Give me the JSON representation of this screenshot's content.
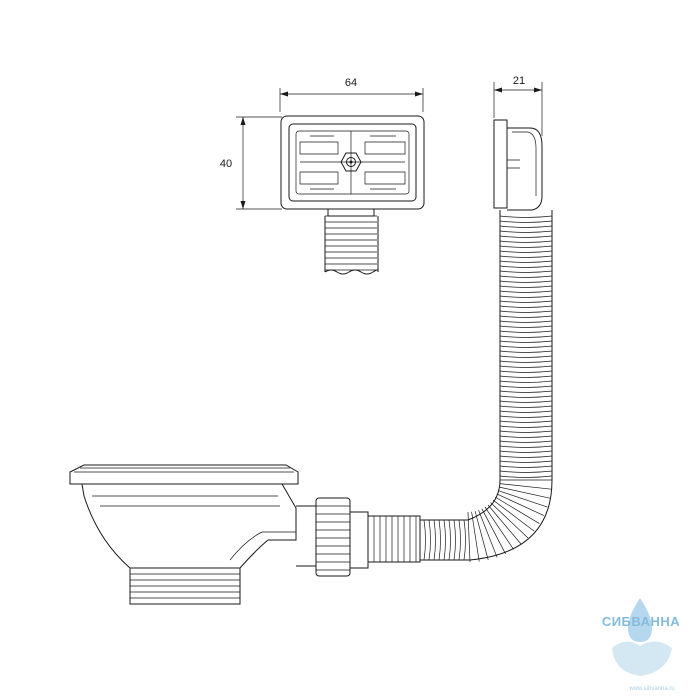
{
  "dimensions": {
    "overflow_width": "64",
    "overflow_height": "40",
    "overflow_depth": "21"
  },
  "watermark": {
    "brand": "СИБВАННА",
    "url": "www.sibvanna.ru"
  },
  "colors": {
    "line": "#1a1a1a",
    "brand": "#6fb0d6"
  }
}
